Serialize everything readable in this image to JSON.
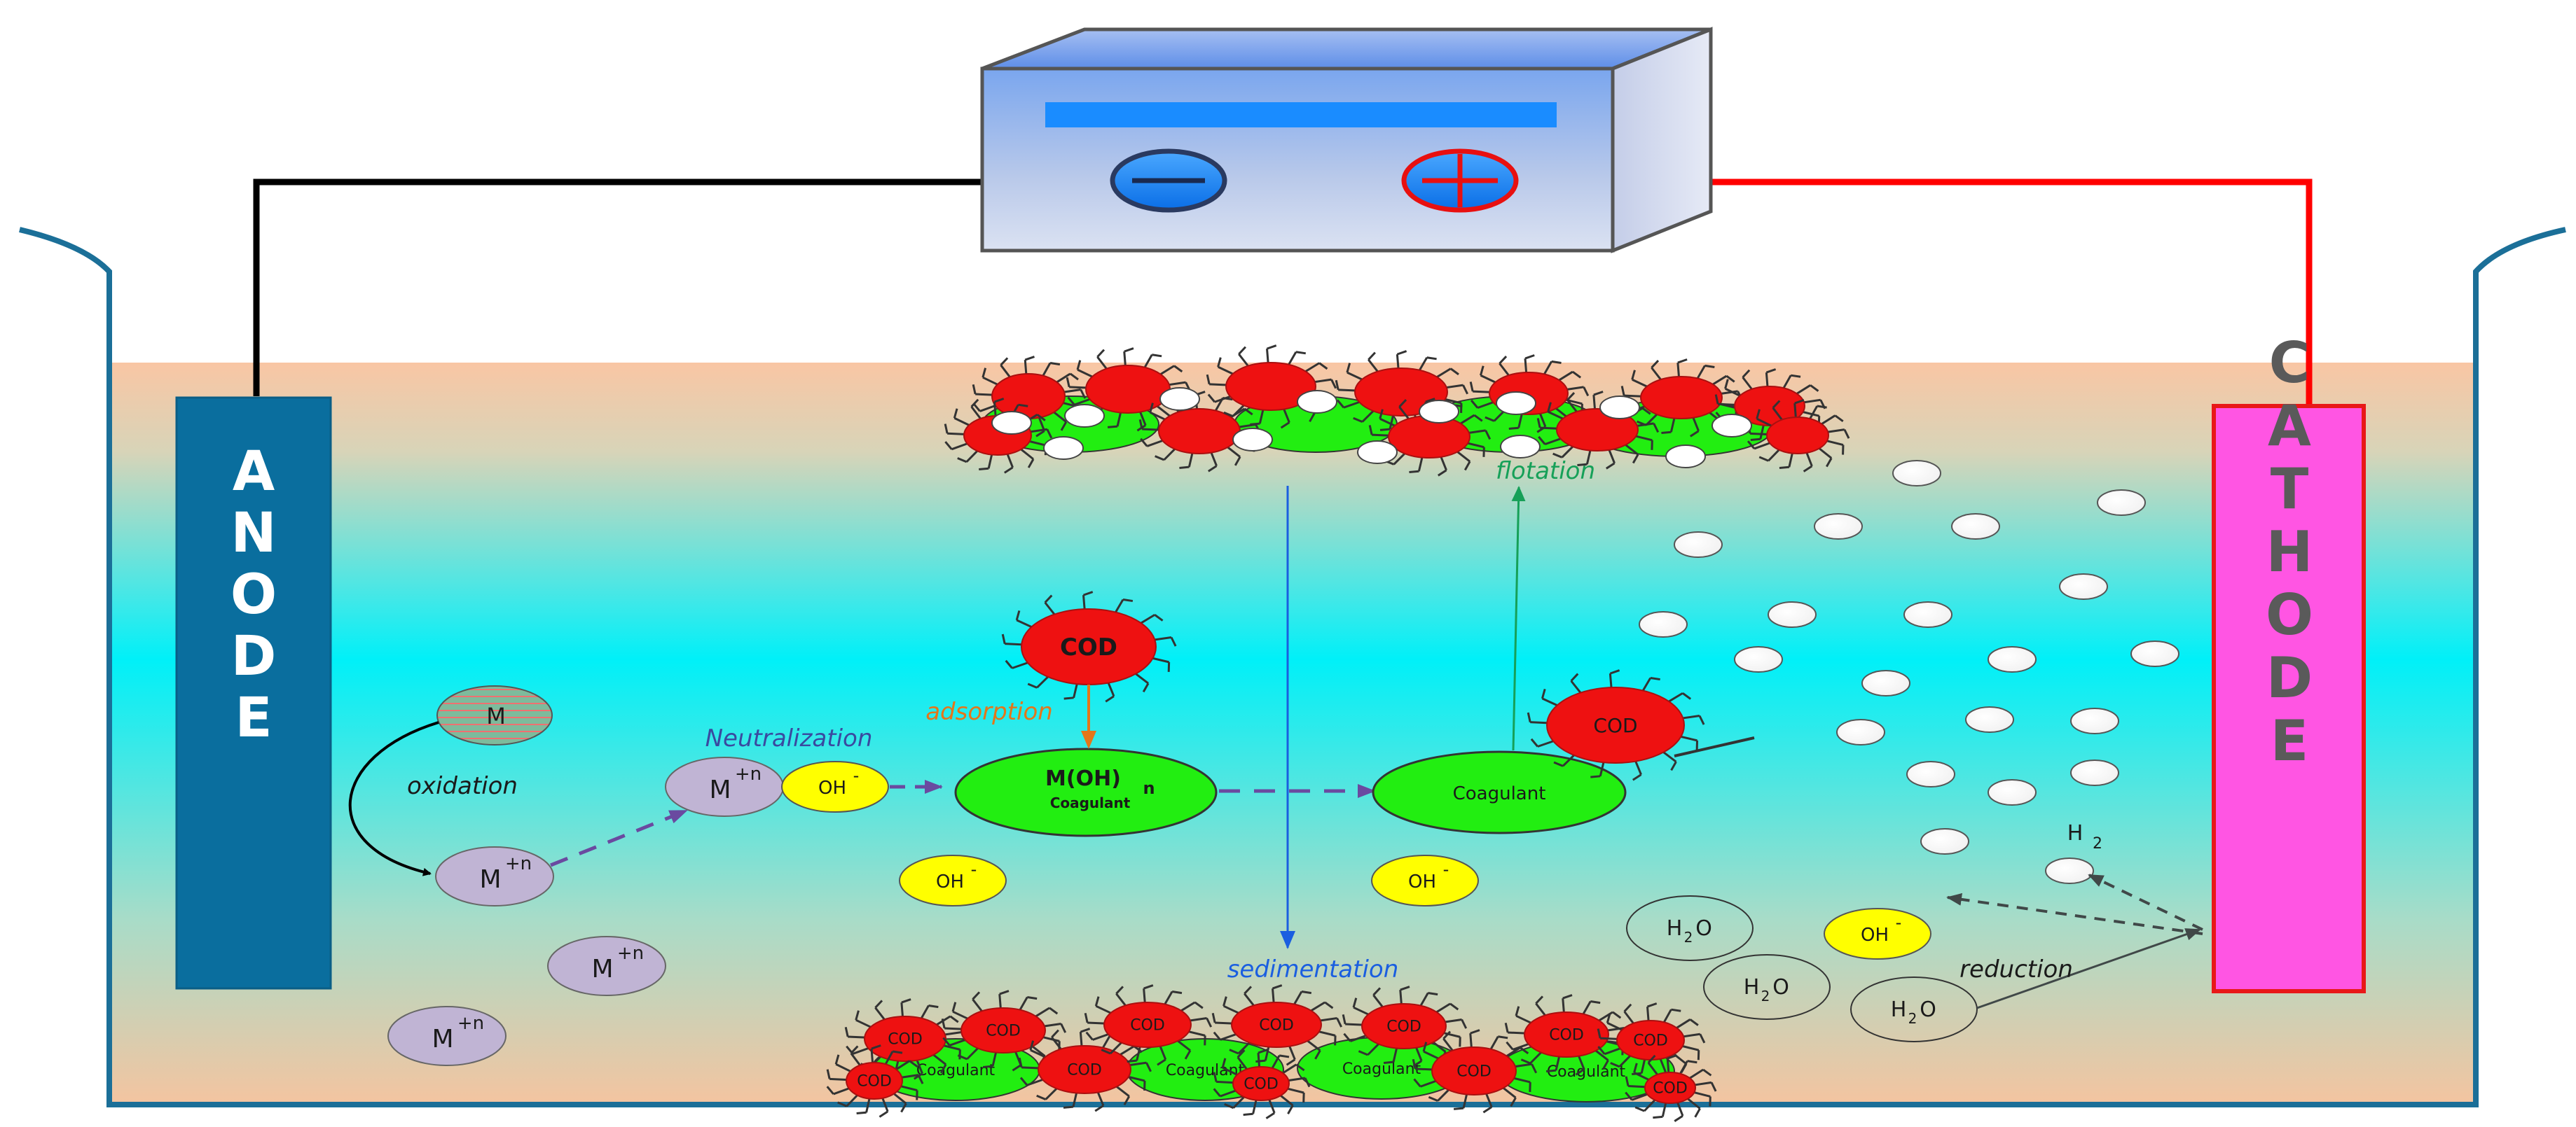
{
  "labels": {
    "anode": "ANODE",
    "cathode": "CATHODE",
    "oxidation": "oxidation",
    "neutralization": "Neutralization",
    "adsorption": "adsorption",
    "flotation": "flotation",
    "sedimentation": "sedimentation",
    "reduction": "reduction"
  },
  "species": {
    "metal": "M",
    "metal_ion_base": "M",
    "metal_ion_charge": "+n",
    "hydroxide_base": "OH",
    "hydroxide_charge": "-",
    "cod": "COD",
    "hydroxide_complex": "M(OH)",
    "hydroxide_complex_sub": "n",
    "coagulant": "Coagulant",
    "water_base": "H",
    "water_sub": "2",
    "water_tail": "O",
    "hydrogen_base": "H",
    "hydrogen_sub": "2"
  },
  "colors": {
    "anode": "#0a6e9e",
    "cathode": "#ff55e3",
    "coagulant": "#22ee11",
    "cod": "#ee1111",
    "hydroxide": "#ffff00",
    "metal_ion": "#c0b4d4",
    "water_band": "#00f0f0",
    "water_top": "#f8c8a0",
    "wire_negative": "#000000",
    "wire_positive": "#ff0000"
  }
}
